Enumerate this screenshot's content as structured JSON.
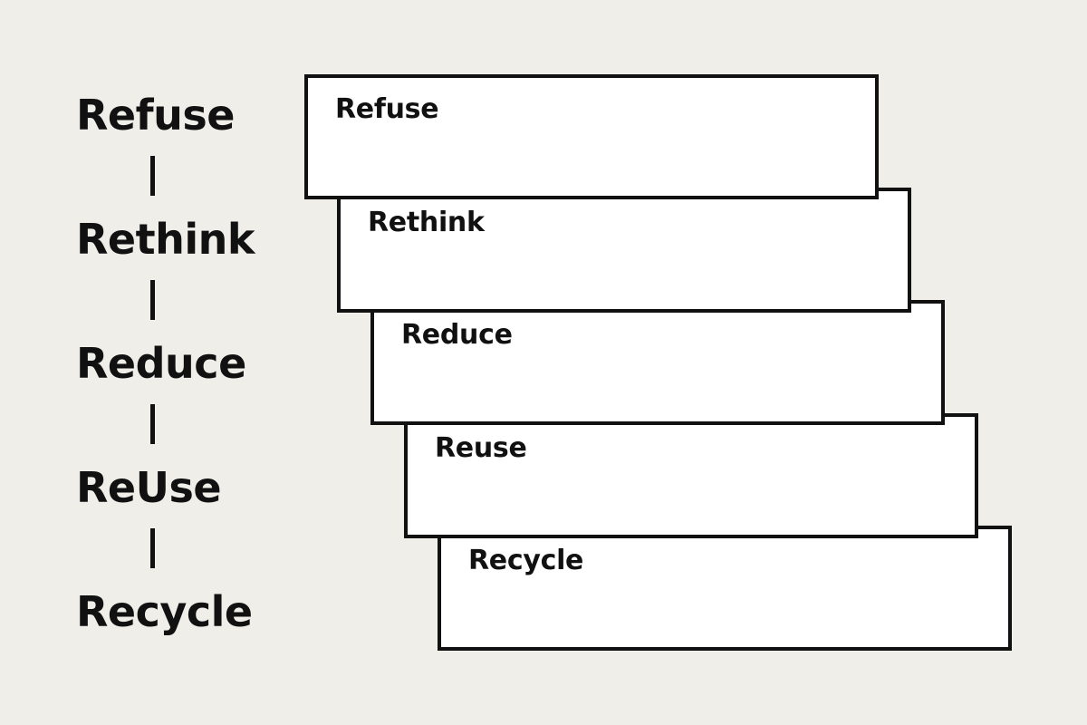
{
  "hierarchy_list": {
    "items": [
      "Refuse",
      "Rethink",
      "Reduce",
      "ReUse",
      "Recycle"
    ]
  },
  "steps": {
    "items": [
      "Refuse",
      "Rethink",
      "Reduce",
      "Reuse",
      "Recycle"
    ]
  }
}
